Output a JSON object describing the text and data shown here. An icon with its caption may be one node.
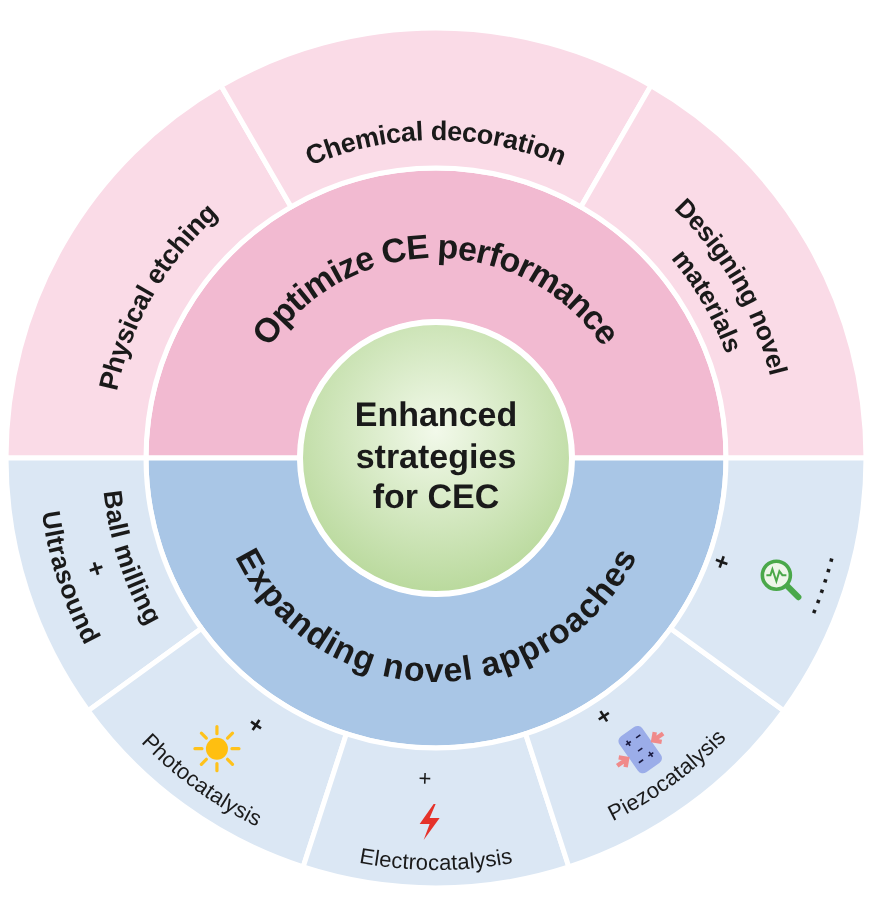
{
  "diagram": {
    "nodes": [
      {
        "text": [
          "Enhanced strategies for CEC"
        ]
      },
      {
        "text": [
          "Optimize CE performance"
        ]
      },
      {
        "text": [
          "Expanding novel approaches"
        ]
      },
      {
        "text": [
          "Physical etching"
        ]
      },
      {
        "text": [
          "Chemical decoration"
        ]
      },
      {
        "text": [
          "Designing novel materials"
        ]
      },
      {
        "text": [
          "Ball milling + Ultrasound"
        ]
      },
      {
        "text": [
          "+",
          "Photocatalysis"
        ]
      },
      {
        "text": [
          "+",
          "Electrocatalysis"
        ]
      },
      {
        "text": [
          "+",
          "Piezocatalysis"
        ]
      },
      {
        "text": [
          "+",
          "......"
        ]
      }
    ]
  }
}
